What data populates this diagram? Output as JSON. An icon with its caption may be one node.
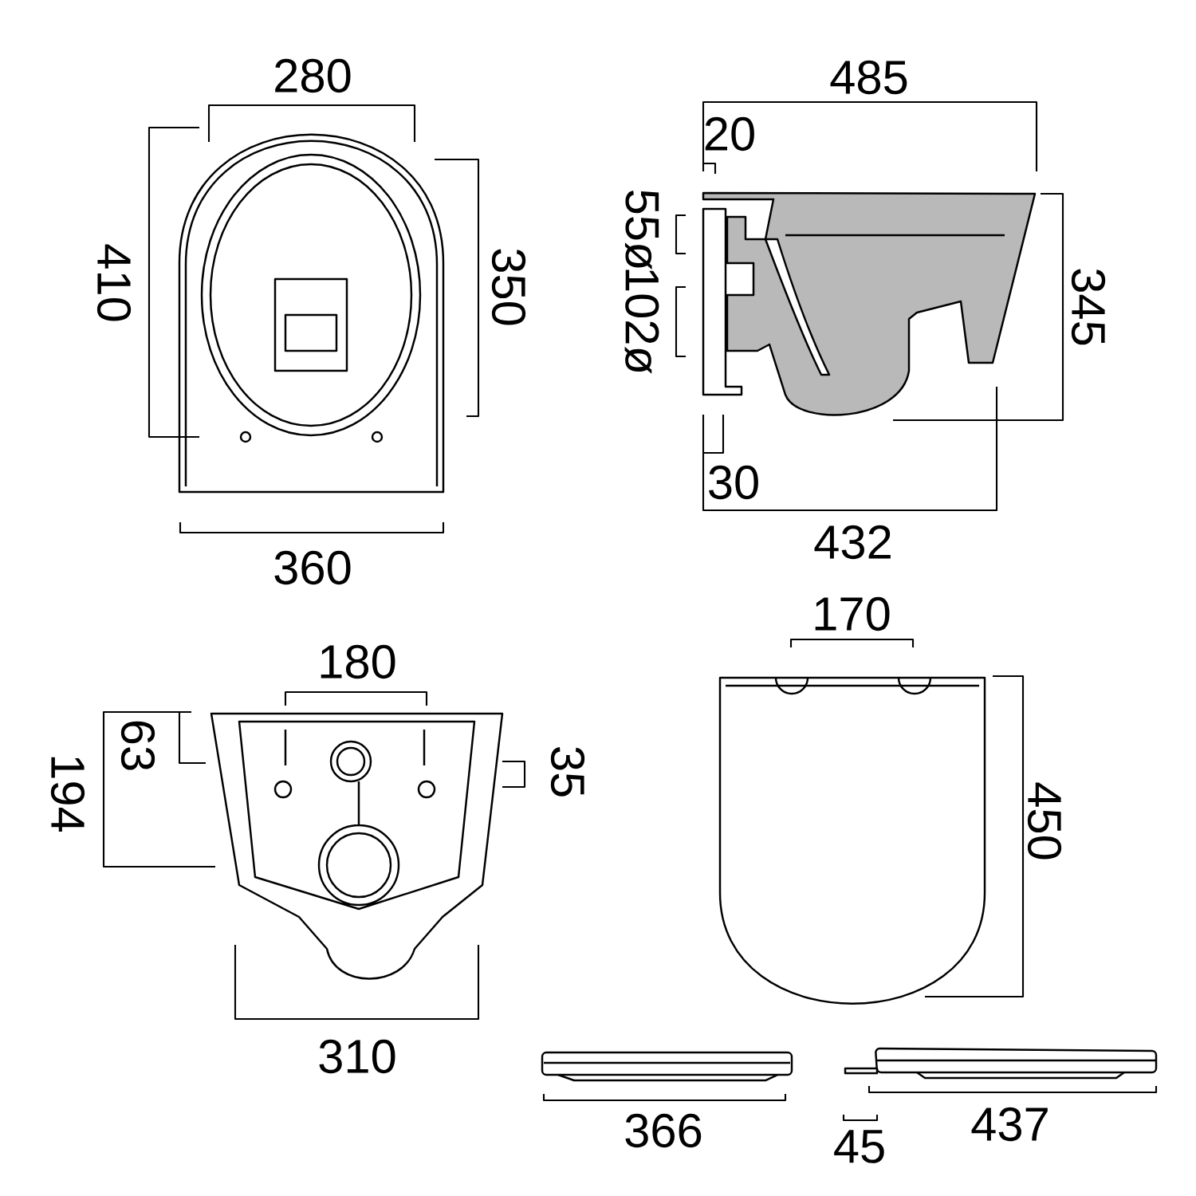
{
  "diagram": {
    "labels": [
      "280",
      "410",
      "350",
      "360",
      "485",
      "20",
      "55ø",
      "102ø",
      "345",
      "30",
      "432",
      "180",
      "63",
      "194",
      "35",
      "310",
      "170",
      "450",
      "366",
      "45",
      "437"
    ]
  }
}
